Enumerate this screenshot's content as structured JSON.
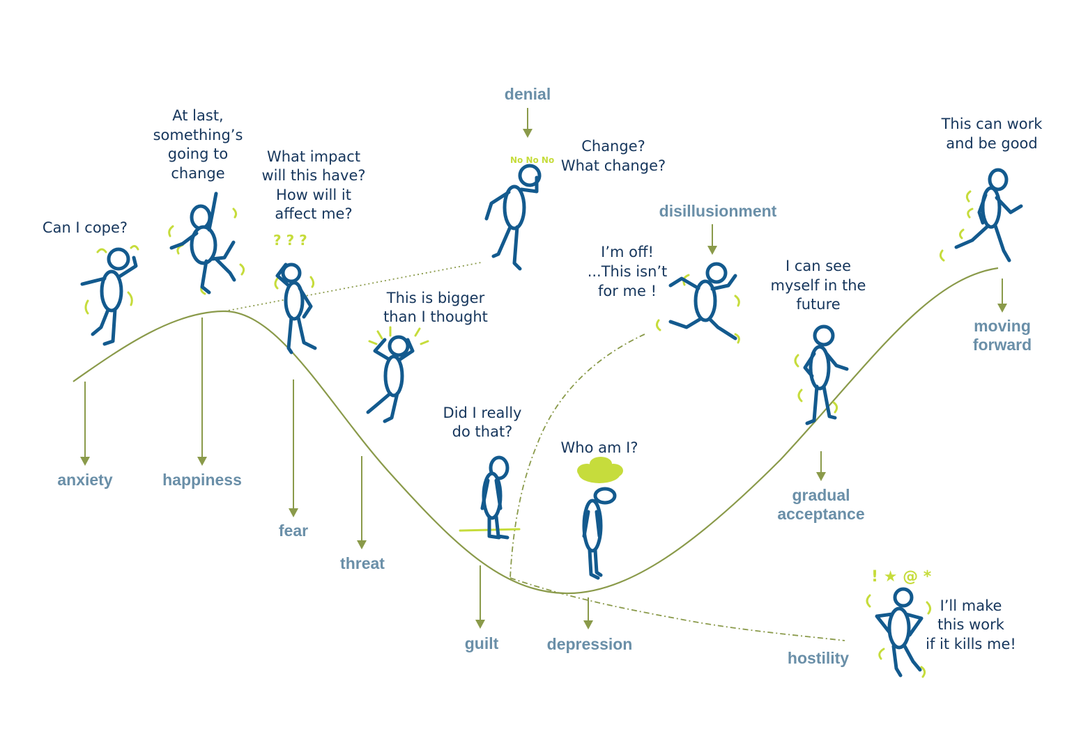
{
  "stages": {
    "anxiety": "anxiety",
    "happiness": "happiness",
    "fear": "fear",
    "threat": "threat",
    "denial": "denial",
    "disillusionment": "disillusionment",
    "guilt": "guilt",
    "depression": "depression",
    "hostility": "hostility",
    "gradual_acceptance_1": "gradual",
    "gradual_acceptance_2": "acceptance",
    "moving_forward_1": "moving",
    "moving_forward_2": "forward"
  },
  "quotes": {
    "can_i_cope": [
      "Can I cope?"
    ],
    "at_last": [
      "At last,",
      "something’s",
      "going to",
      "change"
    ],
    "what_impact": [
      "What impact",
      "will this have?",
      "How will it",
      "affect me?"
    ],
    "bigger": [
      "This is bigger",
      "than I thought"
    ],
    "change": [
      "Change?",
      "What change?"
    ],
    "im_off": [
      "I’m off!",
      "...This isn’t",
      "for me !"
    ],
    "see_myself": [
      "I can see",
      "myself  in the",
      "future"
    ],
    "did_i": [
      "Did I really",
      "do that?"
    ],
    "who_am_i": [
      "Who am I?"
    ],
    "this_can_work": [
      "This can work",
      "and be good"
    ],
    "make_this_work": [
      "I’ll make",
      "this work",
      "if it kills me!"
    ]
  },
  "symbols": {
    "question_marks": "? ? ?",
    "no_no": "No No No",
    "exclaim": "! ★ @ *"
  },
  "colors": {
    "label": "#6a8fa8",
    "quote": "#16365c",
    "curve": "#8a9a4a",
    "figure": "#135a8e",
    "accent": "#c6dc3c"
  }
}
